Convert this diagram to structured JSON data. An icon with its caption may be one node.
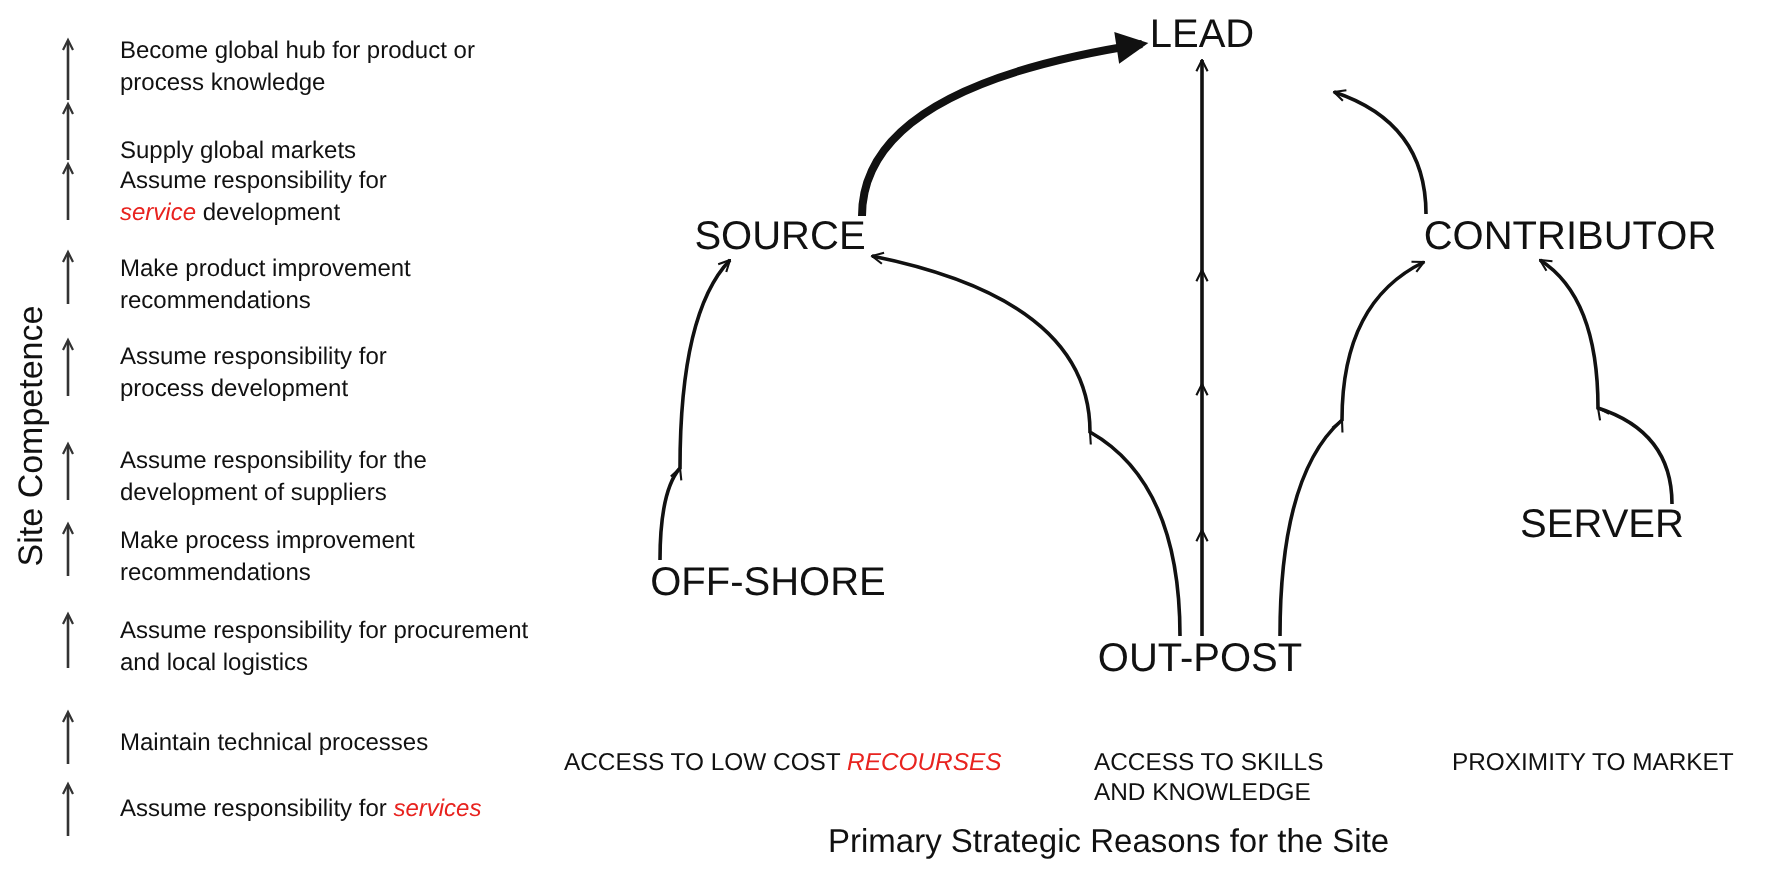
{
  "diagram": {
    "nodes": [
      {
        "text": [
          "LEAD"
        ]
      },
      {
        "text": [
          "SOURCE"
        ]
      },
      {
        "text": [
          "CONTRIBUTOR"
        ]
      },
      {
        "text": [
          "OFF-SHORE"
        ]
      },
      {
        "text": [
          "OUT-POST"
        ]
      },
      {
        "text": [
          "SERVER"
        ]
      }
    ],
    "edges": [
      {
        "from": 1,
        "to": 0,
        "arrow": "to",
        "style": "thick"
      },
      {
        "from": 2,
        "to": 0,
        "arrow": "to"
      },
      {
        "from": 4,
        "to": 0,
        "arrow": "to"
      },
      {
        "from": 4,
        "to": 1,
        "arrow": "to"
      },
      {
        "from": 4,
        "to": 2,
        "arrow": "to"
      },
      {
        "from": 3,
        "to": 1,
        "arrow": "to"
      },
      {
        "from": 5,
        "to": 2,
        "arrow": "to"
      }
    ],
    "labels": [
      "Site Competence",
      "Become global hub for product or process knowledge",
      "Supply global markets",
      "Assume responsibility for *service* development",
      "Make product improvement recommendations",
      "Assume responsibility for process development",
      "Assume responsibility for the development of suppliers",
      "Make process improvement recommendations",
      "Assume responsibility for procurement and local logistics",
      "Maintain technical processes",
      "Assume responsibility for *services*",
      "ACCESS TO LOW COST *RECOURSES*",
      "ACCESS TO SKILLS AND KNOWLEDGE",
      "PROXIMITY TO MARKET",
      "Primary Strategic Reasons for the Site"
    ]
  }
}
